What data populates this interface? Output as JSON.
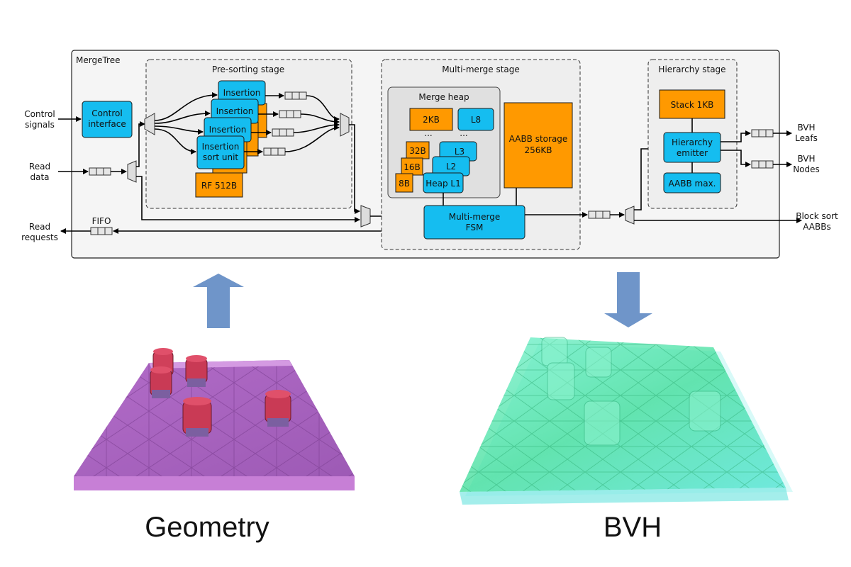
{
  "diagram": {
    "outer_title": "MergeTree",
    "inputs": {
      "control": [
        "Control",
        "signals"
      ],
      "read_data": [
        "Read",
        "data"
      ],
      "read_requests": [
        "Read",
        "requests"
      ]
    },
    "fifo_label": "FIFO",
    "control_interface": [
      "Control",
      "interface"
    ],
    "presort": {
      "title": "Pre-sorting stage",
      "insertion": "Insertion",
      "insertion_sort": [
        "Insertion",
        "sort unit"
      ],
      "rf": "RF 512B"
    },
    "multimerge": {
      "title": "Multi-merge stage",
      "heap_title": "Merge heap",
      "kb2": "2KB",
      "l8": "L8",
      "dots": "...",
      "b32": "32B",
      "l3": "L3",
      "b16": "16B",
      "l2": "L2",
      "b8": "8B",
      "heap_l1": "Heap L1",
      "aabb_storage": [
        "AABB storage",
        "256KB"
      ],
      "fsm": [
        "Multi-merge",
        "FSM"
      ]
    },
    "hierarchy": {
      "title": "Hierarchy stage",
      "stack": "Stack 1KB",
      "emitter": [
        "Hierarchy",
        "emitter"
      ],
      "aabb_max": "AABB max."
    },
    "outputs": {
      "bvh_leafs": [
        "BVH",
        "Leafs"
      ],
      "bvh_nodes": [
        "BVH",
        "Nodes"
      ],
      "block_sort": [
        "Block sort",
        "AABBs"
      ]
    }
  },
  "captions": {
    "geometry": "Geometry",
    "bvh": "BVH"
  },
  "colors": {
    "unit_blue": "#15bdf0",
    "memory_orange": "#ff9900",
    "arrow_blue": "#6f95c9",
    "geometry_purple": "#c77fd6",
    "bvh_green": "#2bd98a"
  }
}
